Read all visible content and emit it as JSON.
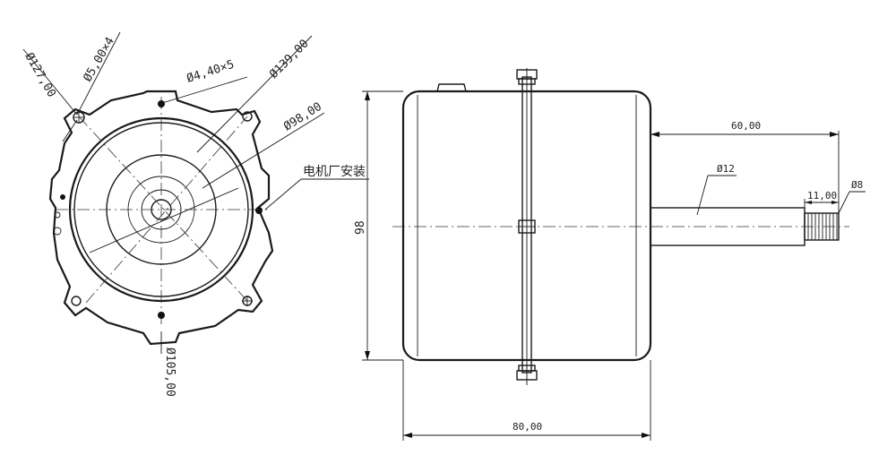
{
  "front_view": {
    "dim_pcd_127": "Ø127,00",
    "dim_holes_5x4": "Ø5,00×4",
    "dim_holes_44x5": "Ø4,40×5",
    "dim_od_139": "Ø139,00",
    "dim_98": "Ø98,00",
    "dim_105": "Ø105,00",
    "note_factory_install": "电机厂安装"
  },
  "side_view": {
    "dim_height_98": "98",
    "dim_body_length_80": "80,00",
    "dim_shaft_length_60": "60,00",
    "dim_shaft_dia_12": "Ø12",
    "dim_thread_length_11": "11,00",
    "dim_thread_dia_8": "Ø8"
  }
}
